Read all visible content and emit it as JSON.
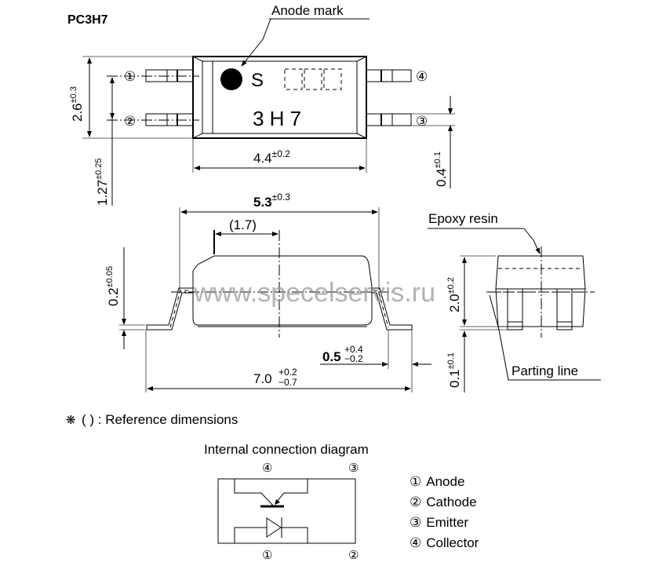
{
  "title": "PC3H7",
  "top_view": {
    "anode_mark_label": "Anode mark",
    "marking_s": "S",
    "marking_model": "3 H 7",
    "pins": [
      "①",
      "②",
      "③",
      "④"
    ],
    "dim_height": {
      "value": "2.6",
      "tol": "±0.3"
    },
    "dim_pitch": {
      "value": "1.27",
      "tol": "±0.25"
    },
    "dim_width": {
      "value": "4.4",
      "tol": "±0.2"
    },
    "dim_lead_width": {
      "value": "0.4",
      "tol": "±0.1"
    }
  },
  "side_view": {
    "dim_body": {
      "value": "5.3",
      "tol": "±0.3"
    },
    "dim_ref": "(1.7)",
    "dim_lead_thick": {
      "value": "0.2",
      "tol": "±0.05"
    },
    "dim_foot": {
      "value": "0.5",
      "tol_plus": "+0.4",
      "tol_minus": "−0.2"
    },
    "dim_total": {
      "value": "7.0",
      "tol_plus": "+0.2",
      "tol_minus": "−0.7"
    }
  },
  "end_view": {
    "epoxy_label": "Epoxy resin",
    "parting_label": "Parting line",
    "dim_height": {
      "value": "2.0",
      "tol": "±0.2"
    },
    "dim_standoff": {
      "value": "0.1",
      "tol": "±0.1"
    }
  },
  "reference_note": {
    "symbol": "❋",
    "text": "( ) : Reference dimensions"
  },
  "connection": {
    "title": "Internal connection diagram",
    "pin_top_left": "④",
    "pin_top_right": "③",
    "pin_bottom_left": "①",
    "pin_bottom_right": "②",
    "legend": [
      {
        "num": "①",
        "name": "Anode"
      },
      {
        "num": "②",
        "name": "Cathode"
      },
      {
        "num": "③",
        "name": "Emitter"
      },
      {
        "num": "④",
        "name": "Collector"
      }
    ]
  },
  "watermark": "www.specelservis.ru"
}
